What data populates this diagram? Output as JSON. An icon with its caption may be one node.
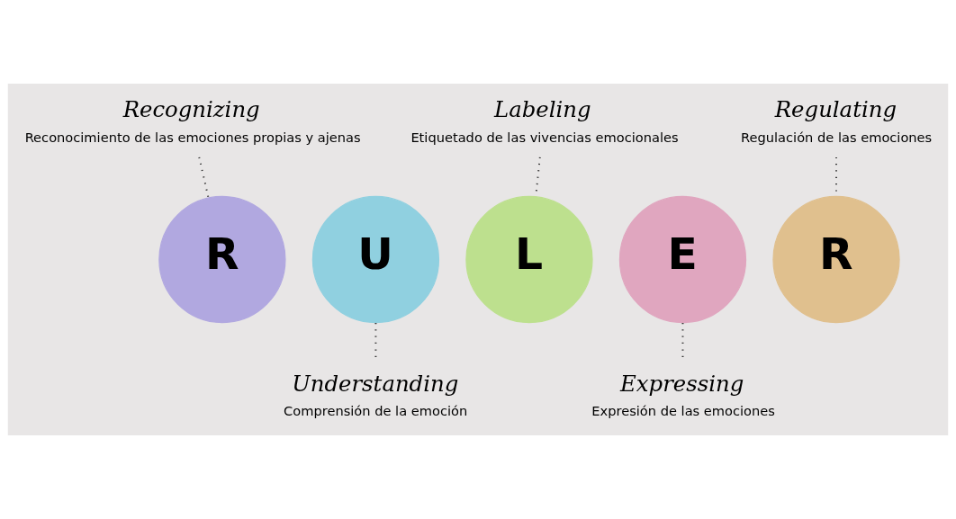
{
  "diagram": {
    "nodes": [
      {
        "text": [
          "Recognizing",
          "Reconocimiento de las emociones propias y ajenas"
        ]
      },
      {
        "text": [
          "Labeling",
          "Etiquetado de las vivencias emocionales"
        ]
      },
      {
        "text": [
          "Regulating",
          "Regulación de las emociones"
        ]
      },
      {
        "text": [
          "R"
        ]
      },
      {
        "text": [
          "U"
        ]
      },
      {
        "text": [
          "L"
        ]
      },
      {
        "text": [
          "E"
        ]
      },
      {
        "text": [
          "R"
        ]
      },
      {
        "text": [
          "Understanding",
          "Comprensión de la emoción"
        ]
      },
      {
        "text": [
          "Expressing",
          "Expresión de las emociones"
        ]
      }
    ],
    "edges": [
      {
        "from": 0,
        "to": 3,
        "arrow": "none",
        "style": "dashed"
      },
      {
        "from": 1,
        "to": 5,
        "arrow": "none",
        "style": "dashed"
      },
      {
        "from": 2,
        "to": 7,
        "arrow": "none",
        "style": "dashed"
      },
      {
        "from": 4,
        "to": 8,
        "arrow": "none",
        "style": "dashed"
      },
      {
        "from": 6,
        "to": 9,
        "arrow": "none",
        "style": "dashed"
      }
    ]
  }
}
